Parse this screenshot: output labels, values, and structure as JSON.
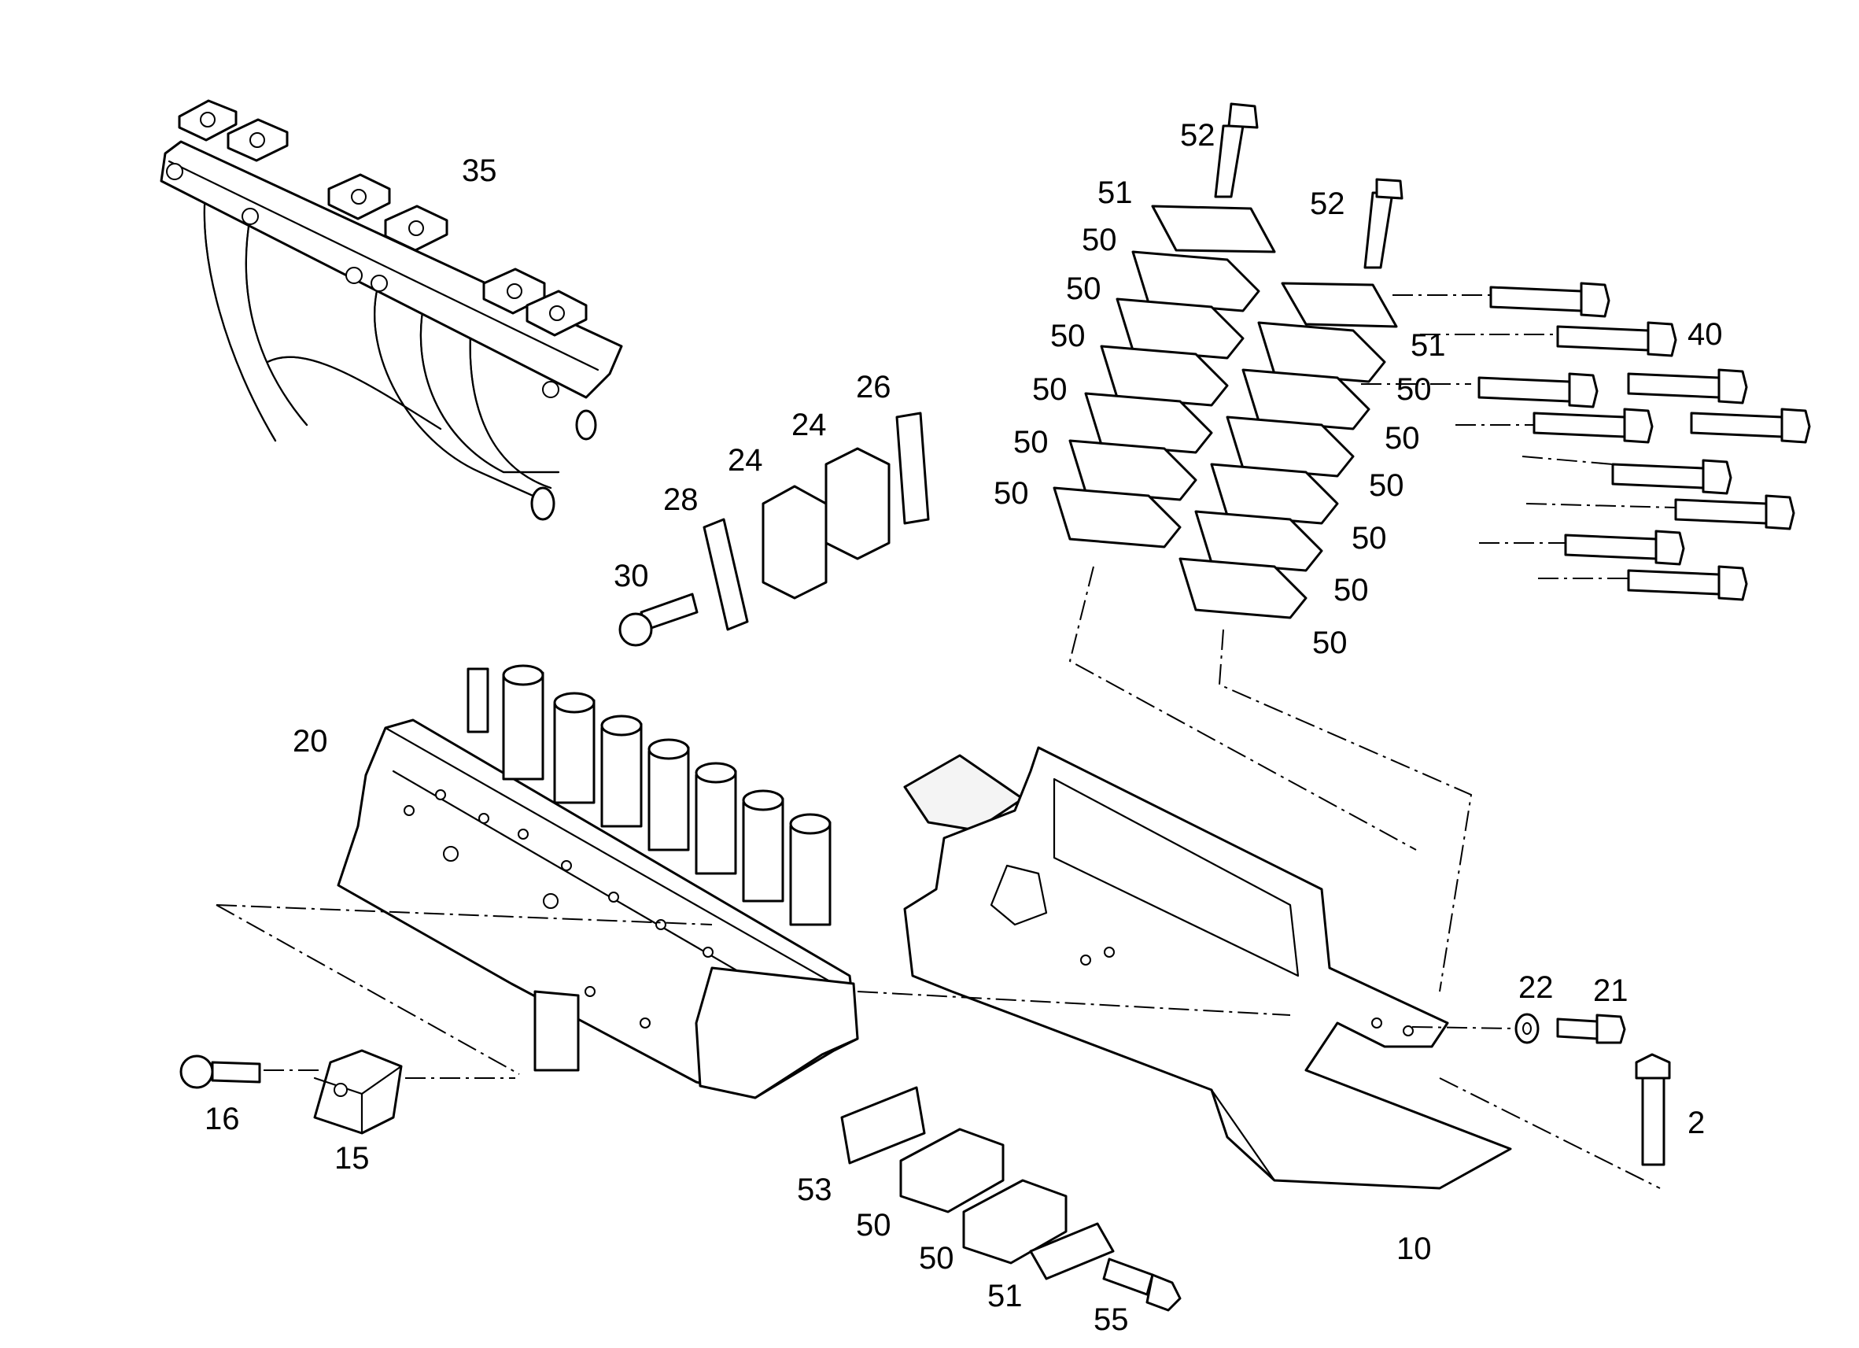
{
  "callouts": {
    "c2": "2",
    "c10": "10",
    "c15": "15",
    "c16": "16",
    "c20": "20",
    "c21": "21",
    "c22": "22",
    "c24a": "24",
    "c24b": "24",
    "c26": "26",
    "c28": "28",
    "c30": "30",
    "c35": "35",
    "c40": "40",
    "c50": "50",
    "c51": "51",
    "c52": "52",
    "c53": "53",
    "c55": "55"
  }
}
